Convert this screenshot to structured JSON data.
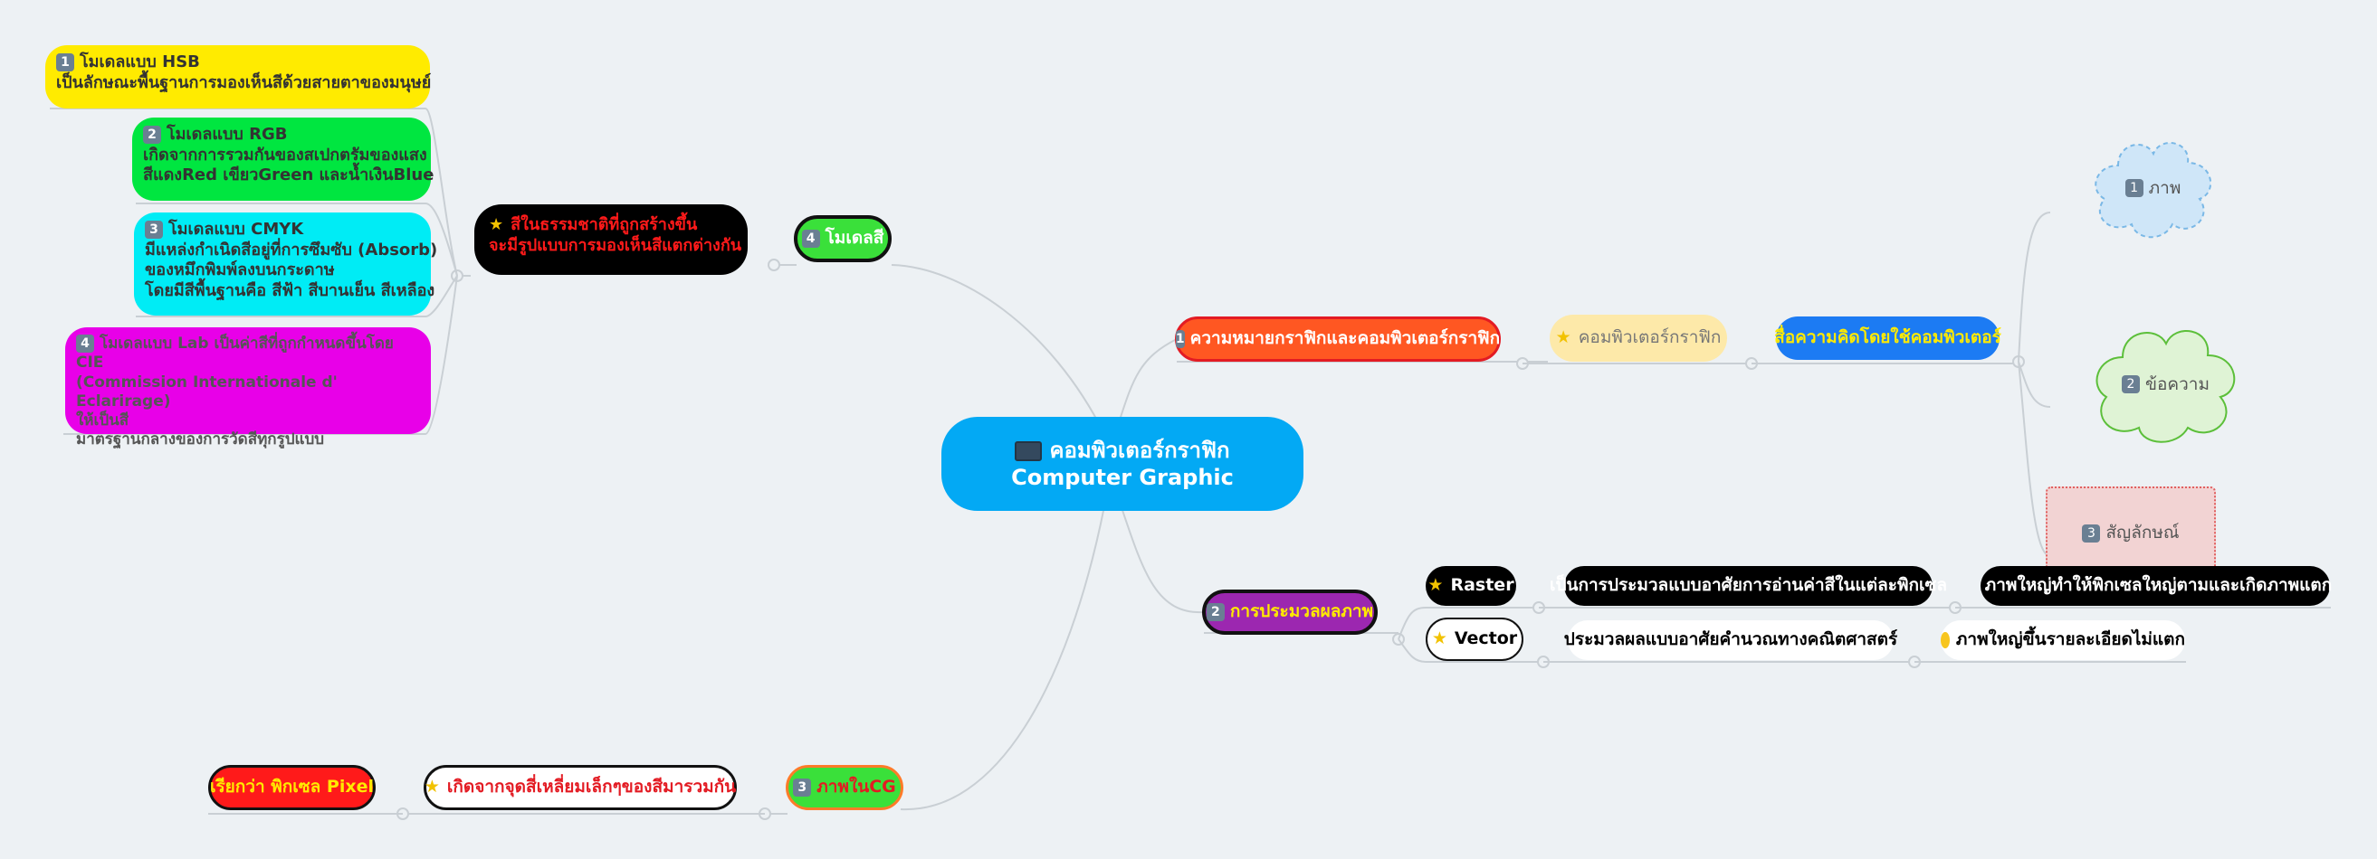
{
  "central": "คอมพิวเตอร์กราฟิก Computer Graphic",
  "topic1": {
    "badge": "1",
    "label": "ความหมายกราฟิกและคอมพิวเตอร์กราฟิก",
    "sub": "คอมพิวเตอร์กราฟิก",
    "sub2": "สื่อความคิดโดยใช้คอมพิวเตอร์",
    "leaves": [
      {
        "badge": "1",
        "label": "ภาพ"
      },
      {
        "badge": "2",
        "label": "ข้อความ"
      },
      {
        "badge": "3",
        "label": "สัญลักษณ์"
      }
    ]
  },
  "topic2": {
    "badge": "2",
    "label": "การประมวลผลภาพ",
    "raster": {
      "label": "Raster",
      "desc": "เป็นการประมวลแบบอาศัยการอ่านค่าสีในแต่ละพิกเซล",
      "result": "ภาพใหญ่ทำให้พิกเซลใหญ่ตามและเกิดภาพแตก"
    },
    "vector": {
      "label": "Vector",
      "desc": "ประมวลผลแบบอาศัยคำนวณทางคณิตศาสตร์",
      "result": "ภาพใหญ่ขึ้นรายละเอียดไม่แตก"
    }
  },
  "topic3": {
    "badge": "3",
    "label": "ภาพในCG",
    "sub": "เกิดจากจุดสี่เหลี่ยมเล็กๆของสีมารวมกัน",
    "leaf": "เรียกว่า พิกเซล Pixel"
  },
  "topic4": {
    "badge": "4",
    "label": "โมเดลสี",
    "sub_line1": "สีในธรรมชาติที่ถูกสร้างขึ้น",
    "sub_line2": "จะมีรูปแบบการมองเห็นสีแตกต่างกัน",
    "models": [
      {
        "badge": "1",
        "title": "โมเดลแบบ HSB",
        "lines": [
          "เป็นลักษณะพื้นฐานการมองเห็นสีด้วยสายตาของมนุษย์"
        ]
      },
      {
        "badge": "2",
        "title": "โมเดลแบบ RGB",
        "lines": [
          "เกิดจากการรวมกันของสเปกตรัมของแสง",
          "สีแดงRed เขียวGreen และน้ำเงินBlue"
        ]
      },
      {
        "badge": "3",
        "title": "โมเดลแบบ CMYK",
        "lines": [
          "มีแหล่งกำเนิดสีอยู่ที่การซึมซับ (Absorb)",
          "ของหมึกพิมพ์ลงบนกระดาษ",
          "โดยมีสีพื้นฐานคือ สีฟ้า สีบานเย็น สีเหลือง"
        ]
      },
      {
        "badge": "4",
        "title": "โมเดลแบบ Lab  เป็นค่าสีที่ถูกกำหนดขึ้นโดย CIE",
        "lines": [
          "(Commission Internationale d' Eclarirage)",
          "ให้เป็นสี",
          "มาตรฐานกลางของการวัดสีทุกรูปแบบ"
        ]
      }
    ]
  }
}
